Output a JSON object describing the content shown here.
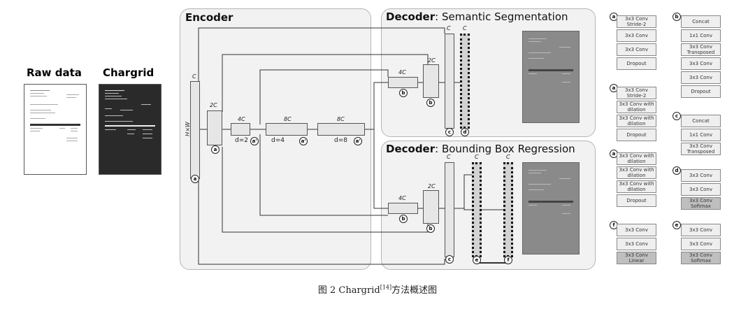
{
  "left": {
    "raw_title": "Raw data",
    "chargrid_title": "Chargrid"
  },
  "panels": {
    "encoder": "Encoder",
    "decoder_seg_bold": "Decoder",
    "decoder_seg_rest": ": Semantic Segmentation",
    "decoder_box_bold": "Decoder",
    "decoder_box_rest": ": Bounding Box Regression"
  },
  "encoder": {
    "input_label": "H×W",
    "c": "C",
    "c2": "2C",
    "c4": "4C",
    "c8a": "8C",
    "c8b": "8C",
    "d2": "d=2",
    "d4": "d=4",
    "d8": "d=8",
    "mark_a": "a",
    "mark_a1": "a'",
    "mark_a2": "a'",
    "mark_a3": "a'"
  },
  "decoder_seg": {
    "c4": "4C",
    "c2": "2C",
    "c": "C",
    "c_out": "C",
    "mark_b1": "b",
    "mark_b2": "b",
    "mark_c": "c",
    "mark_d": "d"
  },
  "decoder_box": {
    "c4": "4C",
    "c2": "2C",
    "c": "C",
    "c_out1": "C",
    "c_out2": "C",
    "mark_b1": "b",
    "mark_b2": "b",
    "mark_c": "c",
    "mark_e": "e",
    "mark_f": "f"
  },
  "legend": {
    "a": {
      "mark": "a",
      "rows": [
        "3x3 Conv Stride-2",
        "3x3 Conv",
        "3x3 Conv",
        "Dropout"
      ]
    },
    "b": {
      "mark": "b",
      "rows": [
        "Concat",
        "1x1 Conv",
        "3x3 Conv Transposed",
        "3x3 Conv",
        "3x3 Conv",
        "Dropout"
      ]
    },
    "a1": {
      "mark": "a",
      "rows": [
        "3x3 Conv Stride-2",
        "3x3 Conv with dilation",
        "3x3 Conv with dilation",
        "Dropout"
      ]
    },
    "c": {
      "mark": "c",
      "rows": [
        "Concat",
        "1x1 Conv",
        "3x3 Conv Transposed"
      ]
    },
    "a2": {
      "mark": "a",
      "rows": [
        "3x3 Conv with dilation",
        "3x3 Conv with dilation",
        "3x3 Conv with dilation",
        "Dropout"
      ]
    },
    "d": {
      "mark": "d",
      "rows": [
        "3x3 Conv",
        "3x3 Conv",
        "3x3 Conv Softmax"
      ]
    },
    "f": {
      "mark": "f",
      "rows": [
        "3x3 Conv",
        "3x3 Conv",
        "3x3 Conv Linear"
      ]
    },
    "e": {
      "mark": "e",
      "rows": [
        "3x3 Conv",
        "3x3 Conv",
        "3x3 Conv Softmax"
      ]
    }
  },
  "caption": {
    "prefix": "图 2 Chargrid",
    "ref": "[14]",
    "suffix": "方法概述图"
  }
}
